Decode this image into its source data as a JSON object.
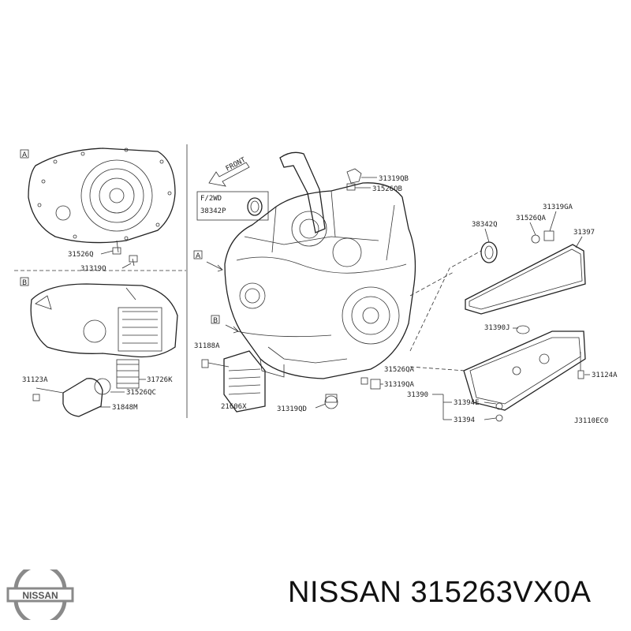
{
  "diagram": {
    "front_label": "FRONT",
    "boxes": [
      "A",
      "B"
    ],
    "callout_title": "F/2WD",
    "callout_part": "38342P",
    "code": "J3110EC0",
    "parts": [
      "31526Q",
      "31319Q",
      "31123A",
      "31526QC",
      "31848M",
      "31726K",
      "31188A",
      "21606X",
      "31319QD",
      "31319QB",
      "31526QB",
      "38342Q",
      "31526QA",
      "31319GA",
      "31397",
      "31390J",
      "31526QA",
      "31319QA",
      "31390",
      "31394E",
      "31394",
      "31124A"
    ]
  },
  "footer": {
    "brand": "NISSAN",
    "part_line": "NISSAN 315263VX0A",
    "logo_text": "NISSAN"
  }
}
